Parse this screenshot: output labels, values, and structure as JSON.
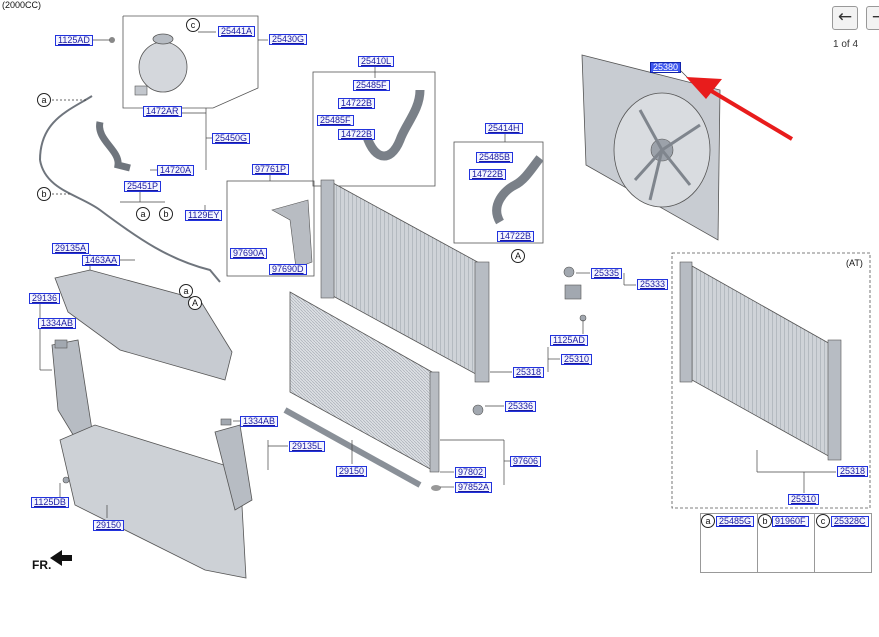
{
  "variant_label": "(2000CC)",
  "variant_at": "(AT)",
  "orientation_label": "FR.",
  "nav": {
    "prev_glyph": "←",
    "next_glyph": "→",
    "page_indicator": "1 of 4"
  },
  "callouts": [
    {
      "id": "c01",
      "text": "1125AD"
    },
    {
      "id": "c02",
      "text": "25441A"
    },
    {
      "id": "c03",
      "text": "25430G"
    },
    {
      "id": "c04",
      "text": "1472AR"
    },
    {
      "id": "c05",
      "text": "25450G"
    },
    {
      "id": "c06",
      "text": "14720A"
    },
    {
      "id": "c07",
      "text": "25451P"
    },
    {
      "id": "c08",
      "text": "1129EY"
    },
    {
      "id": "c09",
      "text": "29135A"
    },
    {
      "id": "c10",
      "text": "1463AA"
    },
    {
      "id": "c11",
      "text": "29136"
    },
    {
      "id": "c12",
      "text": "1334AB"
    },
    {
      "id": "c13",
      "text": "1125DB"
    },
    {
      "id": "c14",
      "text": "29150"
    },
    {
      "id": "c15",
      "text": "25410L"
    },
    {
      "id": "c16",
      "text": "25485F"
    },
    {
      "id": "c17",
      "text": "14722B"
    },
    {
      "id": "c18",
      "text": "25485F"
    },
    {
      "id": "c19",
      "text": "14722B"
    },
    {
      "id": "c20",
      "text": "97761P"
    },
    {
      "id": "c21",
      "text": "97690A"
    },
    {
      "id": "c22",
      "text": "97690D"
    },
    {
      "id": "c23",
      "text": "25414H"
    },
    {
      "id": "c24",
      "text": "25485B"
    },
    {
      "id": "c25",
      "text": "14722B"
    },
    {
      "id": "c26",
      "text": "14722B"
    },
    {
      "id": "c27",
      "text": "25380",
      "highlight": true
    },
    {
      "id": "c28",
      "text": "25335"
    },
    {
      "id": "c29",
      "text": "25333"
    },
    {
      "id": "c30",
      "text": "1125AD"
    },
    {
      "id": "c31",
      "text": "25310"
    },
    {
      "id": "c32",
      "text": "25318"
    },
    {
      "id": "c33",
      "text": "25336"
    },
    {
      "id": "c34",
      "text": "1334AB"
    },
    {
      "id": "c35",
      "text": "29135L"
    },
    {
      "id": "c36",
      "text": "29150"
    },
    {
      "id": "c37",
      "text": "97606"
    },
    {
      "id": "c38",
      "text": "97802"
    },
    {
      "id": "c39",
      "text": "97852A"
    },
    {
      "id": "c40",
      "text": "25318"
    },
    {
      "id": "c41",
      "text": "25310"
    },
    {
      "id": "c42",
      "text": "25485G"
    },
    {
      "id": "c43",
      "text": "91960F"
    },
    {
      "id": "c44",
      "text": "25328C"
    }
  ],
  "letter_refs": [
    {
      "id": "l01",
      "text": "c"
    },
    {
      "id": "l02",
      "text": "a"
    },
    {
      "id": "l03",
      "text": "b"
    },
    {
      "id": "l04",
      "text": "a"
    },
    {
      "id": "l05",
      "text": "b"
    },
    {
      "id": "l06",
      "text": "a"
    },
    {
      "id": "l07",
      "text": "A"
    },
    {
      "id": "l08",
      "text": "A"
    },
    {
      "id": "l09",
      "text": "a"
    },
    {
      "id": "l10",
      "text": "b"
    },
    {
      "id": "l11",
      "text": "c"
    }
  ],
  "colors": {
    "callout_border": "#2233dd",
    "callout_highlight": "#3d56ee",
    "pointer_arrow": "#e81c1c"
  }
}
